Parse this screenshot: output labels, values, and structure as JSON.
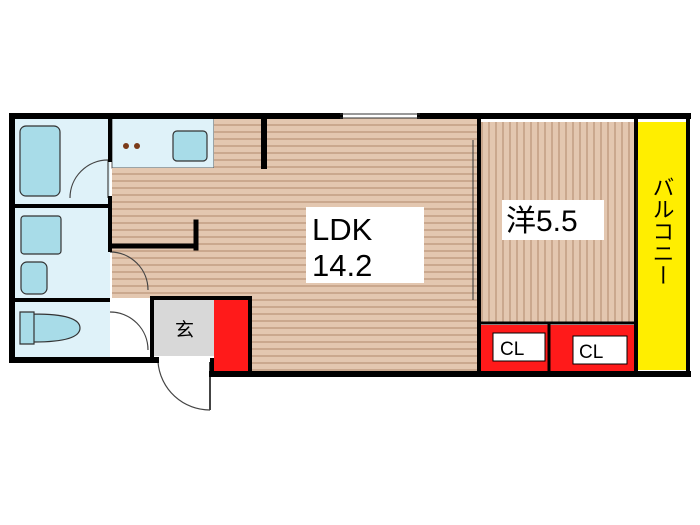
{
  "rooms": {
    "ldk": {
      "name": "LDK",
      "size": "14.2"
    },
    "western": {
      "label": "洋5.5"
    },
    "entrance": {
      "label": "玄"
    },
    "closet_left": {
      "label": "CL"
    },
    "closet_right": {
      "label": "CL"
    },
    "balcony": {
      "label": "バルコニー"
    }
  },
  "colors": {
    "wall": "#000000",
    "wet_area": "#dff2f9",
    "fixture": "#a8dce8",
    "floor_wood": "#e3c7b0",
    "floor_stripe": "#b99378",
    "storage_red": "#ff1a1a",
    "balcony_yellow": "#ffee00",
    "entrance_floor": "#d8d8d8"
  }
}
